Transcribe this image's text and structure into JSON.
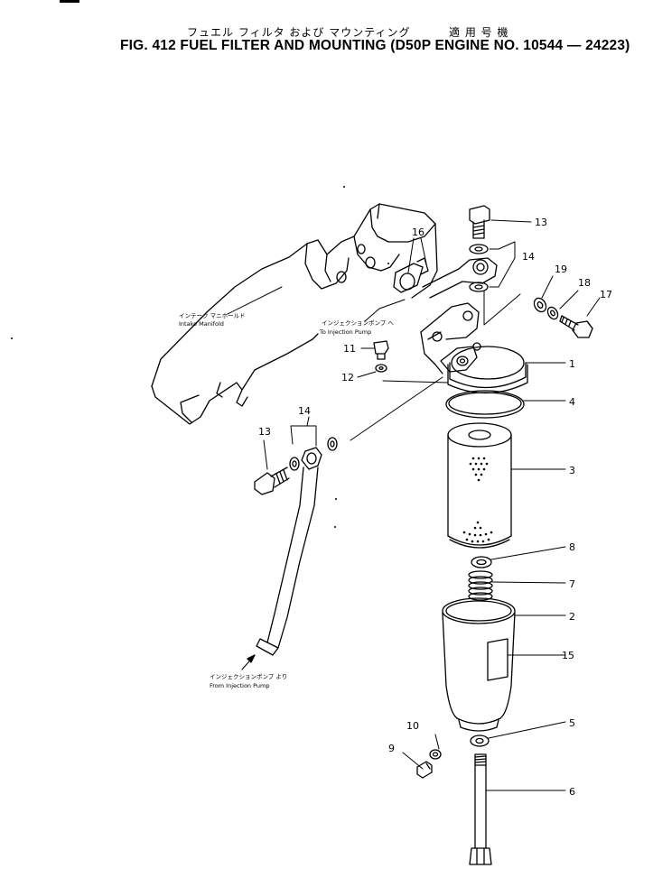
{
  "header": {
    "title_jp": "フュエル フィルタ および マウンティング",
    "serial_jp": "適 用 号 機",
    "title_en": "FIG. 412  FUEL  FILTER  AND  MOUNTING (D50P  ENGINE  NO.  10544 — 24223)"
  },
  "labels": {
    "intake_jp": "インテーク マニホールド",
    "intake_en": "Intake Manifold",
    "to_pump_jp": "インジェクションポンプ へ",
    "to_pump_en": "To Injection Pump",
    "from_pump_jp": "インジェクションポンプ より",
    "from_pump_en": "From Injection Pump"
  },
  "callouts": {
    "c13a": "13",
    "c14a": "14",
    "c16": "16",
    "c19": "19",
    "c18": "18",
    "c17": "17",
    "c11": "11",
    "c12": "12",
    "c1": "1",
    "c4": "4",
    "c14b": "14",
    "c13b": "13",
    "c3": "3",
    "c8": "8",
    "c7": "7",
    "c2": "2",
    "c15": "15",
    "c5": "5",
    "c10": "10",
    "c9": "9",
    "c6": "6"
  }
}
